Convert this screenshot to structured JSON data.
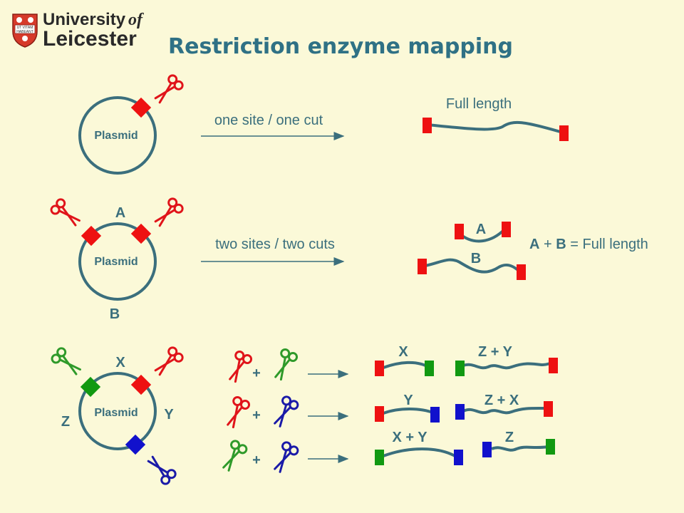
{
  "header": {
    "logo_line1": "University",
    "logo_of": "of",
    "logo_line2": "Leicester",
    "crest_text1": "UT VITAM",
    "crest_text2": "HABEANT",
    "title": "Restriction enzyme mapping"
  },
  "colors": {
    "background": "#fbf9d8",
    "dna": "#3b6f7d",
    "red": "#ee1111",
    "green": "#119911",
    "blue": "#1111cc",
    "scissors_red": "#e0141a",
    "scissors_green": "#2f9a2a",
    "scissors_blue": "#1a1aa8"
  },
  "row1": {
    "plasmid_label": "Plasmid",
    "arrow_label": "one site / one cut",
    "fragment_label": "Full length"
  },
  "row2": {
    "plasmid_label": "Plasmid",
    "site_a": "A",
    "site_b": "B",
    "arrow_label": "two sites / two cuts",
    "frag_a": "A",
    "frag_b": "B",
    "eq_a": "A",
    "eq_plus": " + ",
    "eq_b": "B",
    "eq_rest": " = Full length"
  },
  "row3": {
    "plasmid_label": "Plasmid",
    "site_x": "X",
    "site_y": "Y",
    "site_z": "Z",
    "plus_1": "+",
    "plus_2": "+",
    "plus_3": "+",
    "frag_r1_left": "X",
    "frag_r1_right": "Z + Y",
    "frag_r2_left": "Y",
    "frag_r2_right": "Z + X",
    "frag_r3_left": "X + Y",
    "frag_r3_right": "Z"
  }
}
